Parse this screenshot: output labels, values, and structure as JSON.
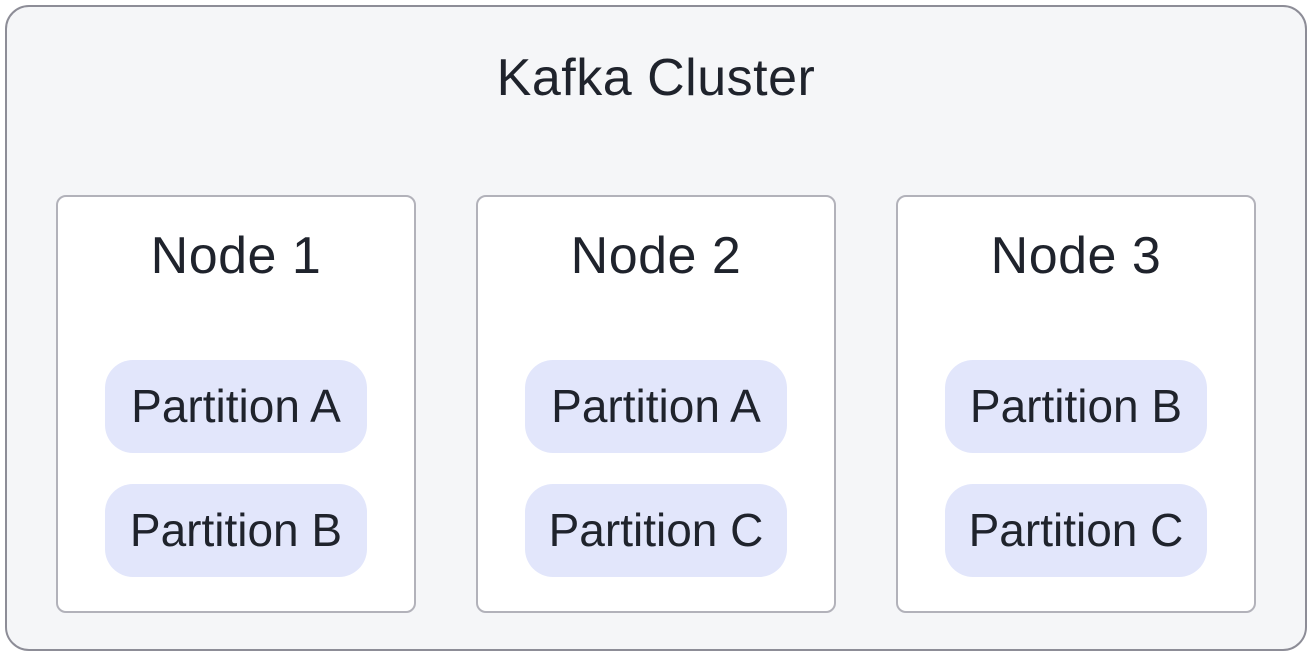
{
  "diagram": {
    "title": "Kafka Cluster",
    "nodes": [
      {
        "title": "Node 1",
        "partitions": [
          "Partition A",
          "Partition B"
        ]
      },
      {
        "title": "Node 2",
        "partitions": [
          "Partition A",
          "Partition C"
        ]
      },
      {
        "title": "Node 3",
        "partitions": [
          "Partition B",
          "Partition C"
        ]
      }
    ],
    "colors": {
      "cluster_background": "#f5f6f8",
      "cluster_border": "#8d8d97",
      "node_background": "#ffffff",
      "node_border": "#b2b2ba",
      "partition_background": "#e2e6fb",
      "text": "#1f232c"
    }
  }
}
